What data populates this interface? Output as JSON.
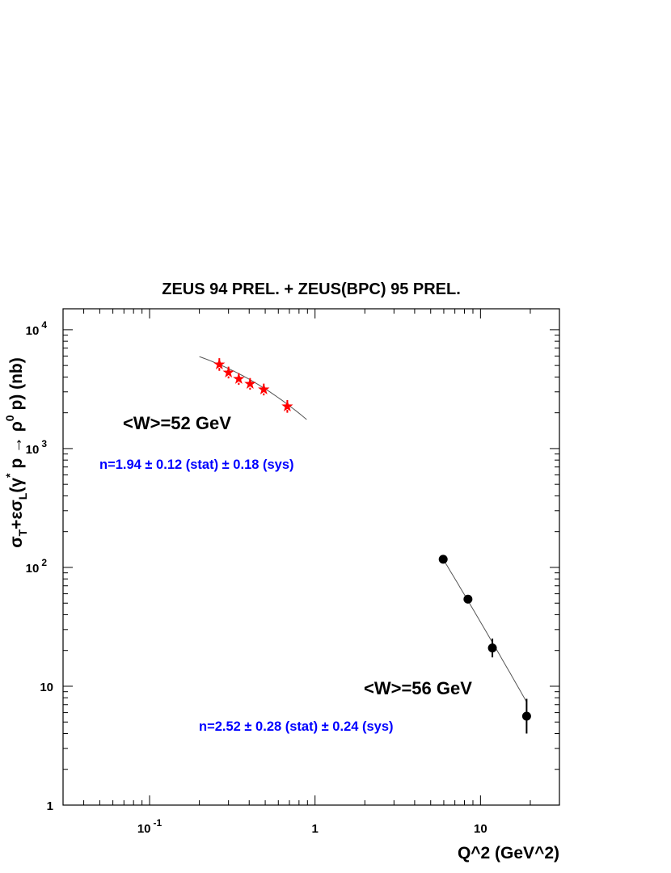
{
  "chart_data": {
    "type": "scatter",
    "title": "ZEUS 94 PREL. + ZEUS(BPC) 95 PREL.",
    "xlabel": "Q^2 (GeV^2)",
    "ylabel": "σT+εσL(γ* p → ρ0 p) (nb)",
    "x_scale": "log",
    "y_scale": "log",
    "xlim": [
      0.03,
      30
    ],
    "ylim": [
      1,
      15000
    ],
    "x_ticks": [
      {
        "value": 0.1,
        "base": "10",
        "exp": "-1"
      },
      {
        "value": 1,
        "base": "1",
        "exp": ""
      },
      {
        "value": 10,
        "base": "10",
        "exp": ""
      }
    ],
    "y_ticks": [
      {
        "value": 1,
        "base": "1",
        "exp": ""
      },
      {
        "value": 10,
        "base": "10",
        "exp": ""
      },
      {
        "value": 100,
        "base": "10",
        "exp": "2"
      },
      {
        "value": 1000,
        "base": "10",
        "exp": "3"
      },
      {
        "value": 10000,
        "base": "10",
        "exp": "4"
      }
    ],
    "grid": false,
    "series": [
      {
        "label": "<W>=52 GeV",
        "fit_text": "n=1.94 ± 0.12 (stat) ± 0.18 (sys)",
        "n": 1.94,
        "marker": "star",
        "color": "#ff0000",
        "x": [
          0.264,
          0.3,
          0.346,
          0.405,
          0.49,
          0.68
        ],
        "y": [
          5100,
          4360,
          3850,
          3500,
          3140,
          2260
        ],
        "yerr": [
          0.13,
          0.12,
          0.12,
          0.12,
          0.12,
          0.13
        ],
        "fit_range": [
          0.2,
          0.89
        ]
      },
      {
        "label": "<W>=56 GeV",
        "fit_text": "n=2.52 ± 0.28 (stat) ± 0.24 (sys)",
        "n": 2.52,
        "marker": "circle",
        "color": "#000000",
        "x": [
          5.95,
          8.4,
          11.8,
          19.0
        ],
        "y": [
          117,
          54,
          21,
          5.6
        ],
        "yerr": [
          0.03,
          0.04,
          0.2,
          0.4
        ],
        "fit_range": [
          5.95,
          19.0
        ]
      }
    ],
    "fit_color": "#555555",
    "annotation_color": "#0000ff"
  }
}
